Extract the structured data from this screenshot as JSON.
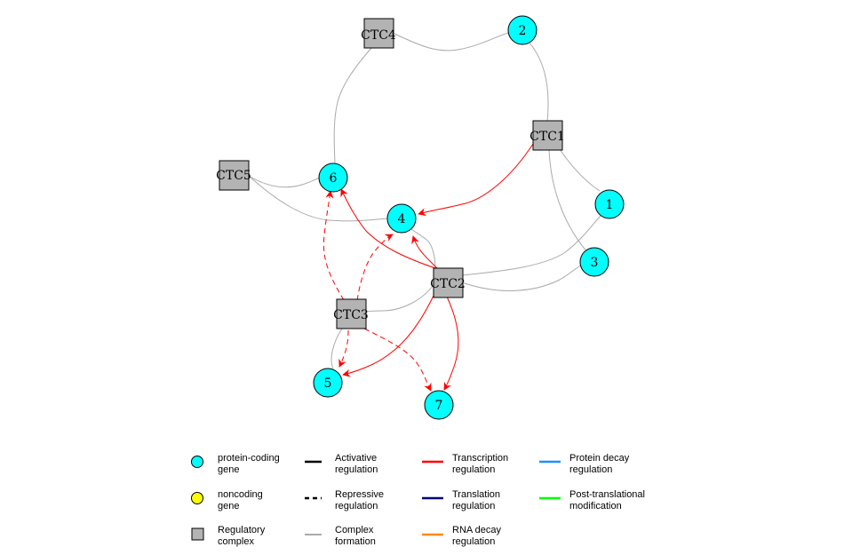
{
  "colors": {
    "protein_coding": "#00ffff",
    "noncoding": "#ffff00",
    "complex_fill": "#b3b3b3",
    "complex_edge": "#aaaaaa",
    "transcription": "#ff0000",
    "activative": "#000000",
    "translation": "#00007f",
    "rna_decay": "#ff8c00",
    "protein_decay": "#1e90ff",
    "post_translational": "#00ff00"
  },
  "graph": {
    "nodes": [
      {
        "id": "CTC4",
        "label": "CTC4",
        "kind": "complex"
      },
      {
        "id": "2",
        "label": "2",
        "kind": "protein"
      },
      {
        "id": "CTC1",
        "label": "CTC1",
        "kind": "complex"
      },
      {
        "id": "CTC5",
        "label": "CTC5",
        "kind": "complex"
      },
      {
        "id": "6",
        "label": "6",
        "kind": "protein"
      },
      {
        "id": "4",
        "label": "4",
        "kind": "protein"
      },
      {
        "id": "1",
        "label": "1",
        "kind": "protein"
      },
      {
        "id": "3",
        "label": "3",
        "kind": "protein"
      },
      {
        "id": "CTC2",
        "label": "CTC2",
        "kind": "complex"
      },
      {
        "id": "CTC3",
        "label": "CTC3",
        "kind": "complex"
      },
      {
        "id": "5",
        "label": "5",
        "kind": "protein"
      },
      {
        "id": "7",
        "label": "7",
        "kind": "protein"
      }
    ],
    "edges": [
      {
        "from": "CTC4",
        "to": "2",
        "type": "complex"
      },
      {
        "from": "2",
        "to": "CTC1",
        "type": "complex"
      },
      {
        "from": "CTC4",
        "to": "6",
        "type": "complex"
      },
      {
        "from": "CTC5",
        "to": "6",
        "type": "complex"
      },
      {
        "from": "CTC5",
        "to": "4",
        "type": "complex"
      },
      {
        "from": "CTC1",
        "to": "1",
        "type": "complex"
      },
      {
        "from": "CTC1",
        "to": "3",
        "type": "complex"
      },
      {
        "from": "CTC2",
        "to": "1",
        "type": "complex"
      },
      {
        "from": "CTC2",
        "to": "3",
        "type": "complex"
      },
      {
        "from": "CTC2",
        "to": "4",
        "type": "complex"
      },
      {
        "from": "CTC2",
        "to": "CTC3",
        "type": "complex"
      },
      {
        "from": "CTC3",
        "to": "5",
        "type": "complex"
      },
      {
        "from": "CTC1",
        "to": "4",
        "type": "transcription",
        "style": "solid"
      },
      {
        "from": "CTC2",
        "to": "6",
        "type": "transcription",
        "style": "solid"
      },
      {
        "from": "CTC2",
        "to": "4",
        "type": "transcription",
        "style": "solid"
      },
      {
        "from": "CTC2",
        "to": "5",
        "type": "transcription",
        "style": "solid"
      },
      {
        "from": "CTC2",
        "to": "7",
        "type": "transcription",
        "style": "solid"
      },
      {
        "from": "CTC3",
        "to": "6",
        "type": "transcription",
        "style": "dashed"
      },
      {
        "from": "CTC3",
        "to": "4",
        "type": "transcription",
        "style": "dashed"
      },
      {
        "from": "CTC3",
        "to": "5",
        "type": "transcription",
        "style": "dashed"
      },
      {
        "from": "CTC3",
        "to": "7",
        "type": "transcription",
        "style": "dashed"
      }
    ]
  },
  "legend": {
    "protein_coding": [
      "protein-coding",
      "gene"
    ],
    "noncoding": [
      "noncoding",
      "gene"
    ],
    "complex": [
      "Regulatory",
      "complex"
    ],
    "activative": [
      "Activative",
      "regulation"
    ],
    "repressive": [
      "Repressive",
      "regulation"
    ],
    "complex_formation": [
      "Complex",
      "formation"
    ],
    "transcription": [
      "Transcription",
      "regulation"
    ],
    "translation": [
      "Translation",
      "regulation"
    ],
    "rna_decay": [
      "RNA decay",
      "regulation"
    ],
    "protein_decay": [
      "Protein decay",
      "regulation"
    ],
    "post_translational": [
      "Post-translational",
      "modification"
    ]
  }
}
